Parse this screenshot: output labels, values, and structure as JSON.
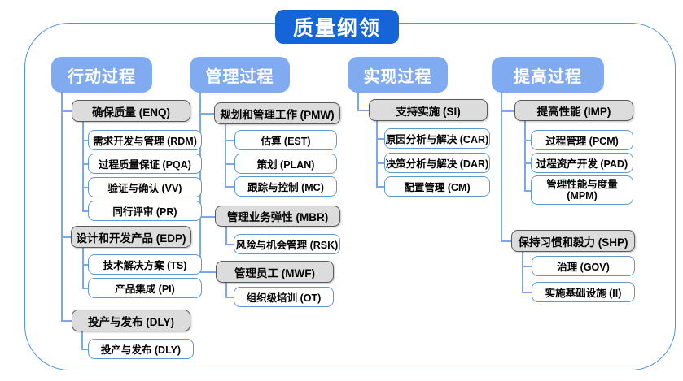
{
  "diagram": {
    "title": "质量纲领",
    "colors": {
      "title_bg": "#1565d8",
      "header_bg": "#81abf1",
      "frame_border": "#4f94e3",
      "connector": "#7ea6e8",
      "group_fill": "#dcdcdc",
      "group_border": "#5a5a5a",
      "leaf_border": "#5b9bd5"
    },
    "columns": [
      {
        "header": "行动过程",
        "groups": [
          {
            "label": "确保质量 (ENQ)",
            "children": [
              "需求开发与管理 (RDM)",
              "过程质量保证 (PQA)",
              "验证与确认 (VV)",
              "同行评审 (PR)"
            ]
          },
          {
            "label": "设计和开发产品 (EDP)",
            "children": [
              "技术解决方案 (TS)",
              "产品集成 (PI)"
            ]
          },
          {
            "label": "投产与发布 (DLY)",
            "children": [
              "投产与发布 (DLY)"
            ]
          }
        ]
      },
      {
        "header": "管理过程",
        "groups": [
          {
            "label": "规划和管理工作 (PMW)",
            "children": [
              "估算 (EST)",
              "策划 (PLAN)",
              "跟踪与控制 (MC)"
            ]
          },
          {
            "label": "管理业务弹性 (MBR)",
            "children": [
              "风险与机会管理 (RSK)"
            ]
          },
          {
            "label": "管理员工 (MWF)",
            "children": [
              "组织级培训 (OT)"
            ]
          }
        ]
      },
      {
        "header": "实现过程",
        "groups": [
          {
            "label": "支持实施 (SI)",
            "children": [
              "原因分析与解决 (CAR)",
              "决策分析与解决 (DAR)",
              "配置管理 (CM)"
            ]
          }
        ]
      },
      {
        "header": "提高过程",
        "groups": [
          {
            "label": "提高性能 (IMP)",
            "children": [
              "过程管理 (PCM)",
              "过程资产开发 (PAD)",
              "管理性能与度量 (MPM)"
            ]
          },
          {
            "label": "保持习惯和毅力 (SHP)",
            "children": [
              "治理 (GOV)",
              "实施基础设施 (II)"
            ]
          }
        ]
      }
    ]
  }
}
